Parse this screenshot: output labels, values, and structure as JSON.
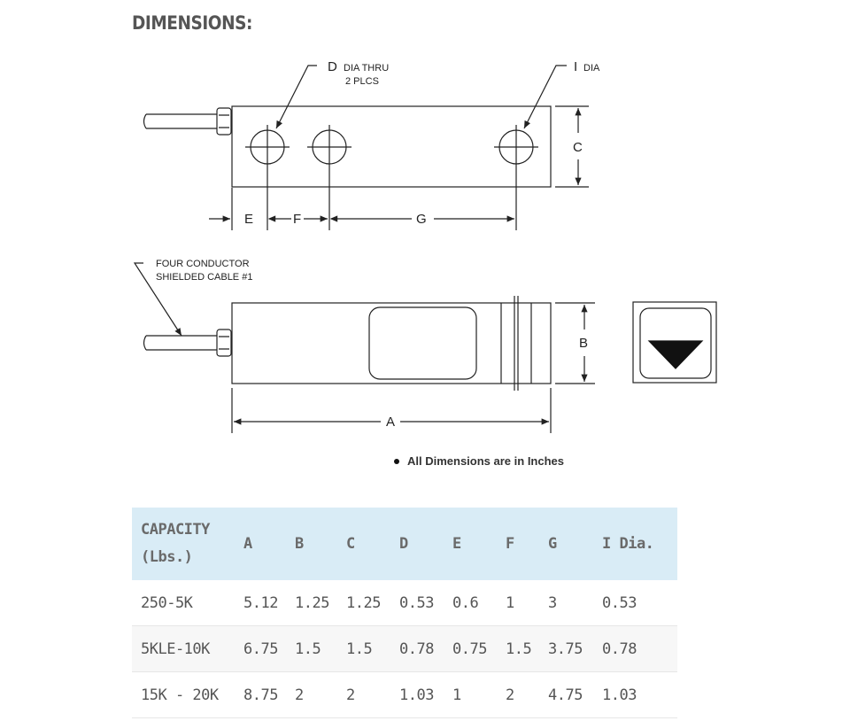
{
  "heading": "DIMENSIONS:",
  "drawing": {
    "label_d": "D",
    "label_d_note1": "DIA THRU",
    "label_d_note2": "2 PLCS",
    "label_i": "I",
    "label_i_note": "DIA",
    "label_c": "C",
    "label_e": "E",
    "label_f": "F",
    "label_g": "G",
    "cable_note1": "FOUR CONDUCTOR",
    "cable_note2": "SHIELDED CABLE #1",
    "label_b": "B",
    "label_a": "A",
    "units_note": "All Dimensions are in Inches"
  },
  "table": {
    "headers": {
      "capacity_line1": "CAPACITY",
      "capacity_line2": "(Lbs.)",
      "a": "A",
      "b": "B",
      "c": "C",
      "d": "D",
      "e": "E",
      "f": "F",
      "g": "G",
      "i": "I Dia."
    },
    "rows": [
      {
        "capacity": "250-5K",
        "a": "5.12",
        "b": "1.25",
        "c": "1.25",
        "d": "0.53",
        "e": "0.6",
        "f": "1",
        "g": "3",
        "i": "0.53"
      },
      {
        "capacity": "5KLE-10K",
        "a": "6.75",
        "b": "1.5",
        "c": "1.5",
        "d": "0.78",
        "e": "0.75",
        "f": "1.5",
        "g": "3.75",
        "i": "0.78"
      },
      {
        "capacity": "15K - 20K",
        "a": "8.75",
        "b": "2",
        "c": "2",
        "d": "1.03",
        "e": "1",
        "f": "2",
        "g": "4.75",
        "i": "1.03"
      }
    ]
  }
}
